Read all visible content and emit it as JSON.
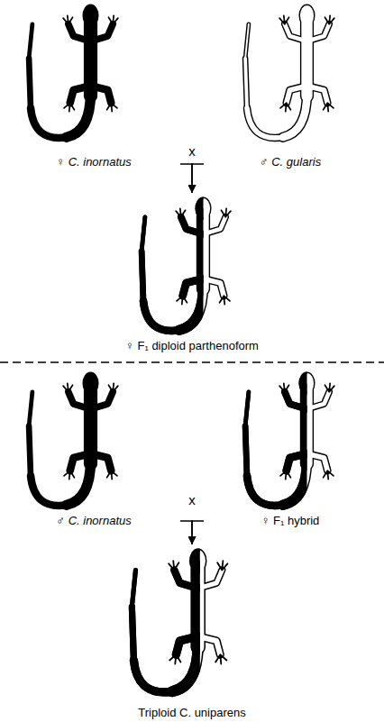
{
  "diagram": {
    "nodes": [
      {
        "text": [
          "♀ C. inornatus"
        ]
      },
      {
        "text": [
          "♂ C. gularis"
        ]
      },
      {
        "text": [
          "♀ F₁ diploid parthenoform"
        ]
      },
      {
        "text": [
          "♂ C. inornatus"
        ]
      },
      {
        "text": [
          "♀ F₁ hybrid"
        ]
      },
      {
        "text": [
          "Triploid C. uniparens"
        ]
      }
    ],
    "edges": [
      {
        "from": 0,
        "to": 2,
        "arrow": "to"
      },
      {
        "from": 1,
        "to": 2,
        "arrow": "to"
      },
      {
        "from": 3,
        "to": 5,
        "arrow": "to"
      },
      {
        "from": 4,
        "to": 5,
        "arrow": "to"
      }
    ],
    "labels": [
      "x",
      "x"
    ]
  }
}
